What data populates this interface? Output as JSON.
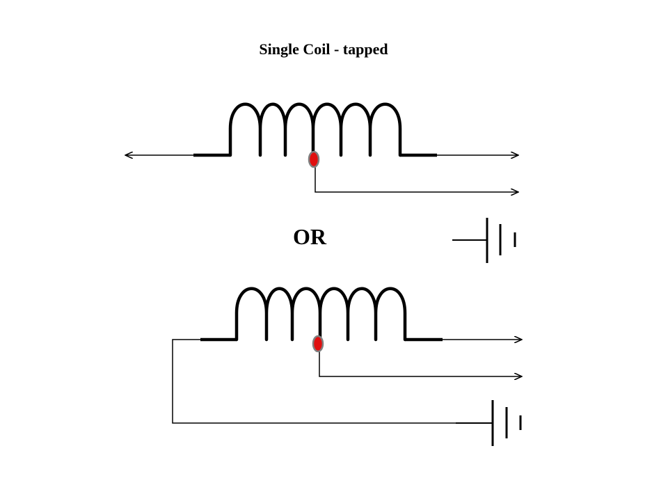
{
  "slide": {
    "title": "Single Coil - tapped",
    "separator_label": "OR"
  },
  "diagram": {
    "configurations": [
      {
        "name": "single tapped coil with ground reference",
        "tap_marker_color": "#e01010"
      },
      {
        "name": "single tapped coil with grounded end",
        "tap_marker_color": "#e01010"
      }
    ],
    "coil_turns": 6,
    "colors": {
      "wire": "#000000",
      "tap_marker": "#e01010",
      "tap_outline": "#808080"
    }
  }
}
